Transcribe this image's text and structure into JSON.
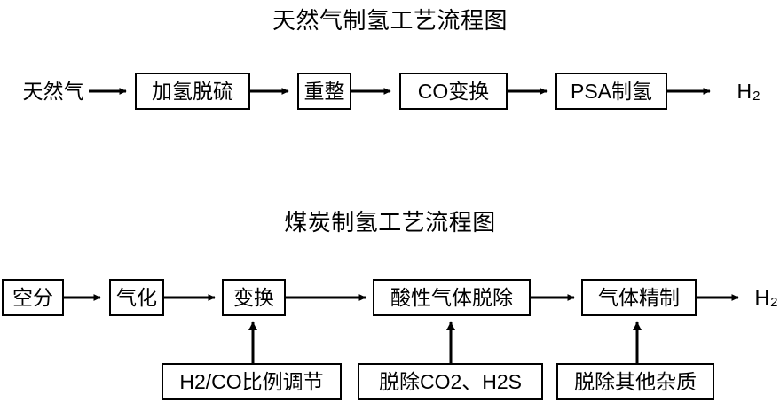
{
  "page": {
    "background": "#ffffff",
    "ink": "#000000"
  },
  "diagrams": [
    {
      "id": "natural-gas-hydrogen",
      "title": "天然气制氢工艺流程图",
      "input_label": "天然气",
      "output_label": "H",
      "output_sub": "2",
      "steps": [
        {
          "label": "加氢脱硫"
        },
        {
          "label": "重整"
        },
        {
          "label": "CO变换"
        },
        {
          "label": "PSA制氢"
        }
      ]
    },
    {
      "id": "coal-hydrogen",
      "title": "煤炭制氢工艺流程图",
      "output_label": "H",
      "output_sub": "2",
      "steps": [
        {
          "label": "空分"
        },
        {
          "label": "气化"
        },
        {
          "label": "变换"
        },
        {
          "label": "酸性气体脱除"
        },
        {
          "label": "气体精制"
        }
      ],
      "annotations": [
        {
          "label": "H2/CO比例调节",
          "target": "变换"
        },
        {
          "label": "脱除CO2、H2S",
          "target": "酸性气体脱除"
        },
        {
          "label": "脱除其他杂质",
          "target": "气体精制"
        }
      ]
    }
  ]
}
